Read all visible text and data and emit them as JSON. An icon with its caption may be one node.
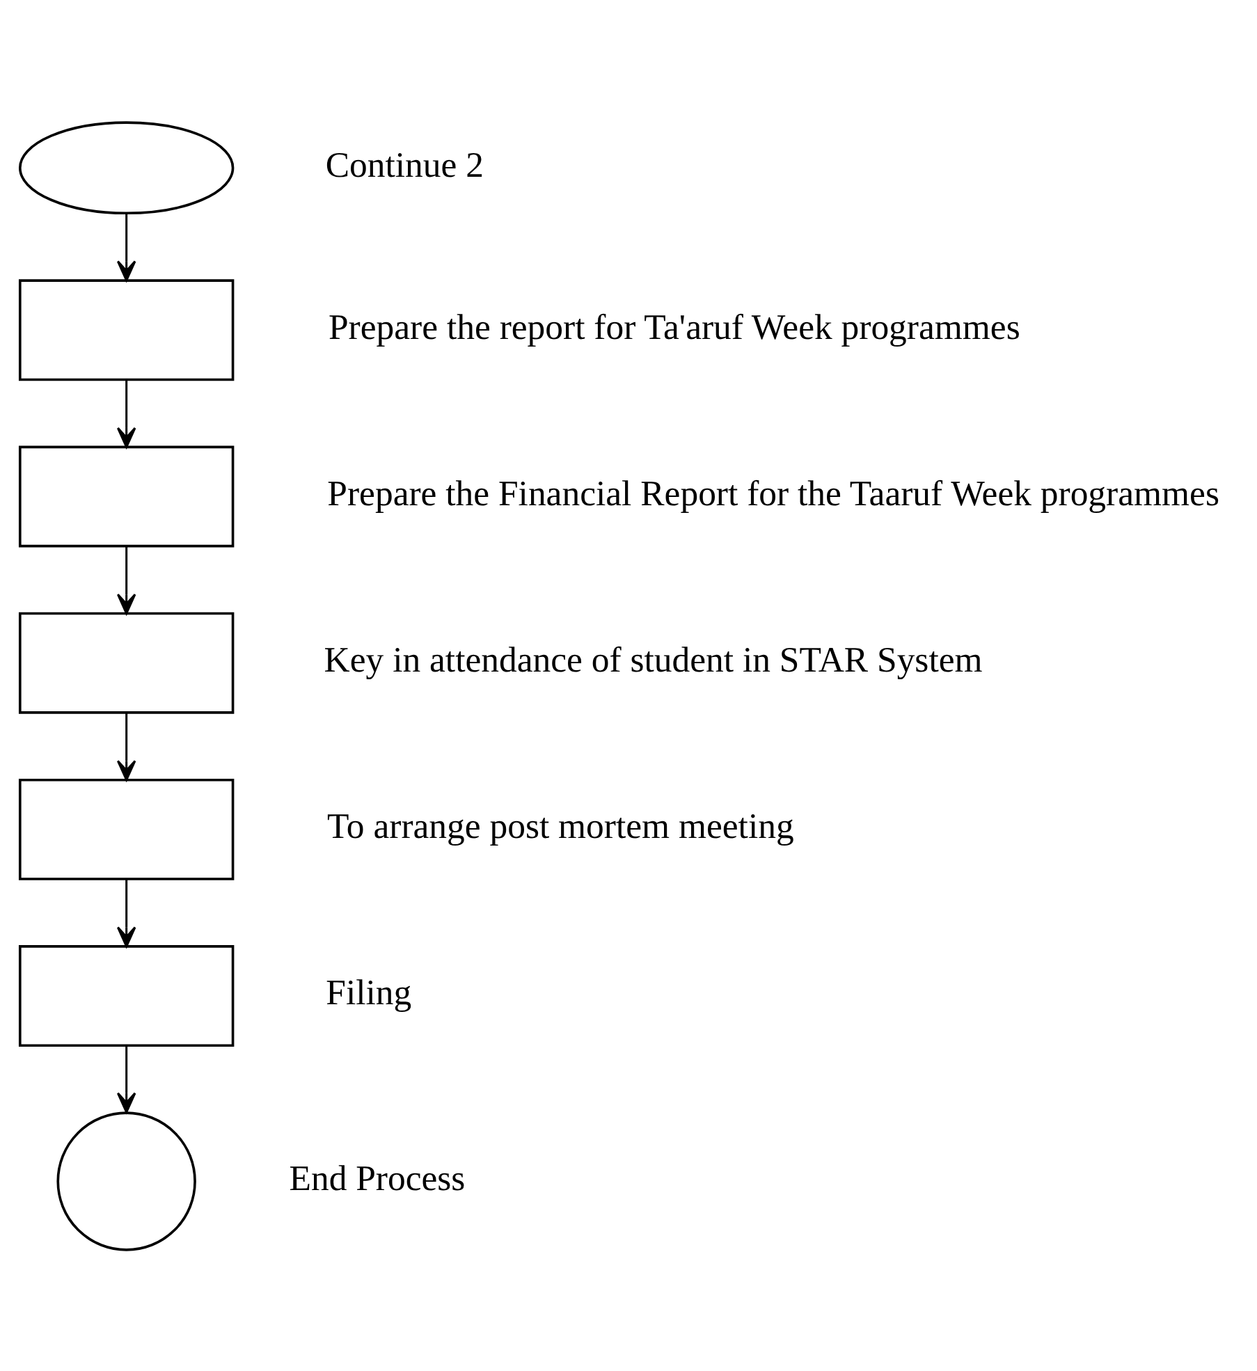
{
  "diagram": {
    "nodes": [
      {
        "text": [],
        "shape": "ellipse",
        "beside": [
          "Continue 2"
        ]
      },
      {
        "text": [],
        "shape": "box",
        "beside": [
          "Prepare the report for Ta'aruf Week programmes"
        ]
      },
      {
        "text": [],
        "shape": "box",
        "beside": [
          "Prepare the Financial Report for the Taaruf Week programmes"
        ]
      },
      {
        "text": [],
        "shape": "box",
        "beside": [
          "Key in attendance of student in STAR System"
        ]
      },
      {
        "text": [],
        "shape": "box",
        "beside": [
          "To arrange post mortem meeting"
        ]
      },
      {
        "text": [],
        "shape": "box",
        "beside": [
          "Filing"
        ]
      },
      {
        "text": [],
        "shape": "circle",
        "beside": [
          "End Process"
        ]
      }
    ],
    "edges": [
      {
        "from": 0,
        "to": 1,
        "arrow": "to"
      },
      {
        "from": 1,
        "to": 2,
        "arrow": "to"
      },
      {
        "from": 2,
        "to": 3,
        "arrow": "to"
      },
      {
        "from": 3,
        "to": 4,
        "arrow": "to"
      },
      {
        "from": 4,
        "to": 5,
        "arrow": "to"
      },
      {
        "from": 5,
        "to": 6,
        "arrow": "to"
      }
    ]
  }
}
